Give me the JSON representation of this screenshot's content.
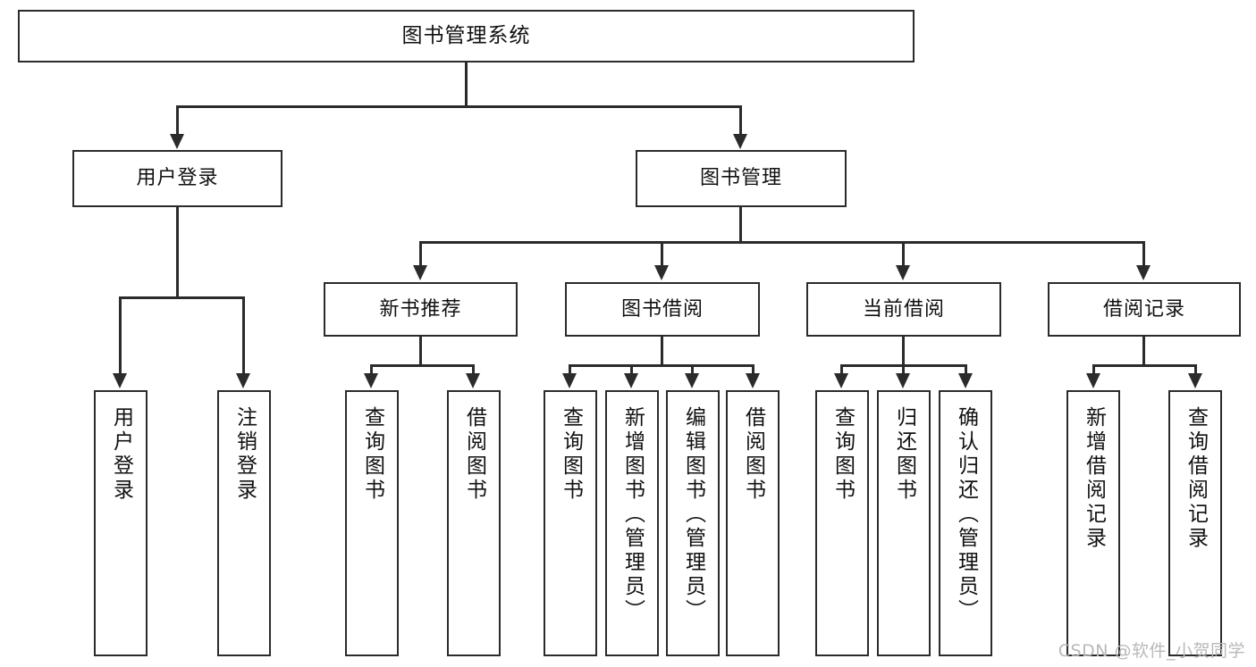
{
  "diagram": {
    "type": "tree",
    "title": "图书管理系统",
    "root": {
      "label": "图书管理系统"
    },
    "level2": [
      {
        "label": "用户登录"
      },
      {
        "label": "图书管理"
      }
    ],
    "level3": [
      {
        "label": "新书推荐"
      },
      {
        "label": "图书借阅"
      },
      {
        "label": "当前借阅"
      },
      {
        "label": "借阅记录"
      }
    ],
    "leaves": [
      {
        "label": "用户登录"
      },
      {
        "label": "注销登录"
      },
      {
        "label": "查询图书"
      },
      {
        "label": "借阅图书"
      },
      {
        "label": "查询图书"
      },
      {
        "label": "新增图书（管理员）"
      },
      {
        "label": "编辑图书（管理员）"
      },
      {
        "label": "借阅图书"
      },
      {
        "label": "查询图书"
      },
      {
        "label": "归还图书"
      },
      {
        "label": "确认归还（管理员）"
      },
      {
        "label": "新增借阅记录"
      },
      {
        "label": "查询借阅记录"
      }
    ],
    "colors": {
      "stroke": "#2b2b2b",
      "fill": "#ffffff",
      "text": "#111111",
      "watermark": "#b9b9b9"
    }
  },
  "watermark": {
    "text": "CSDN @软件_小贺同学"
  }
}
